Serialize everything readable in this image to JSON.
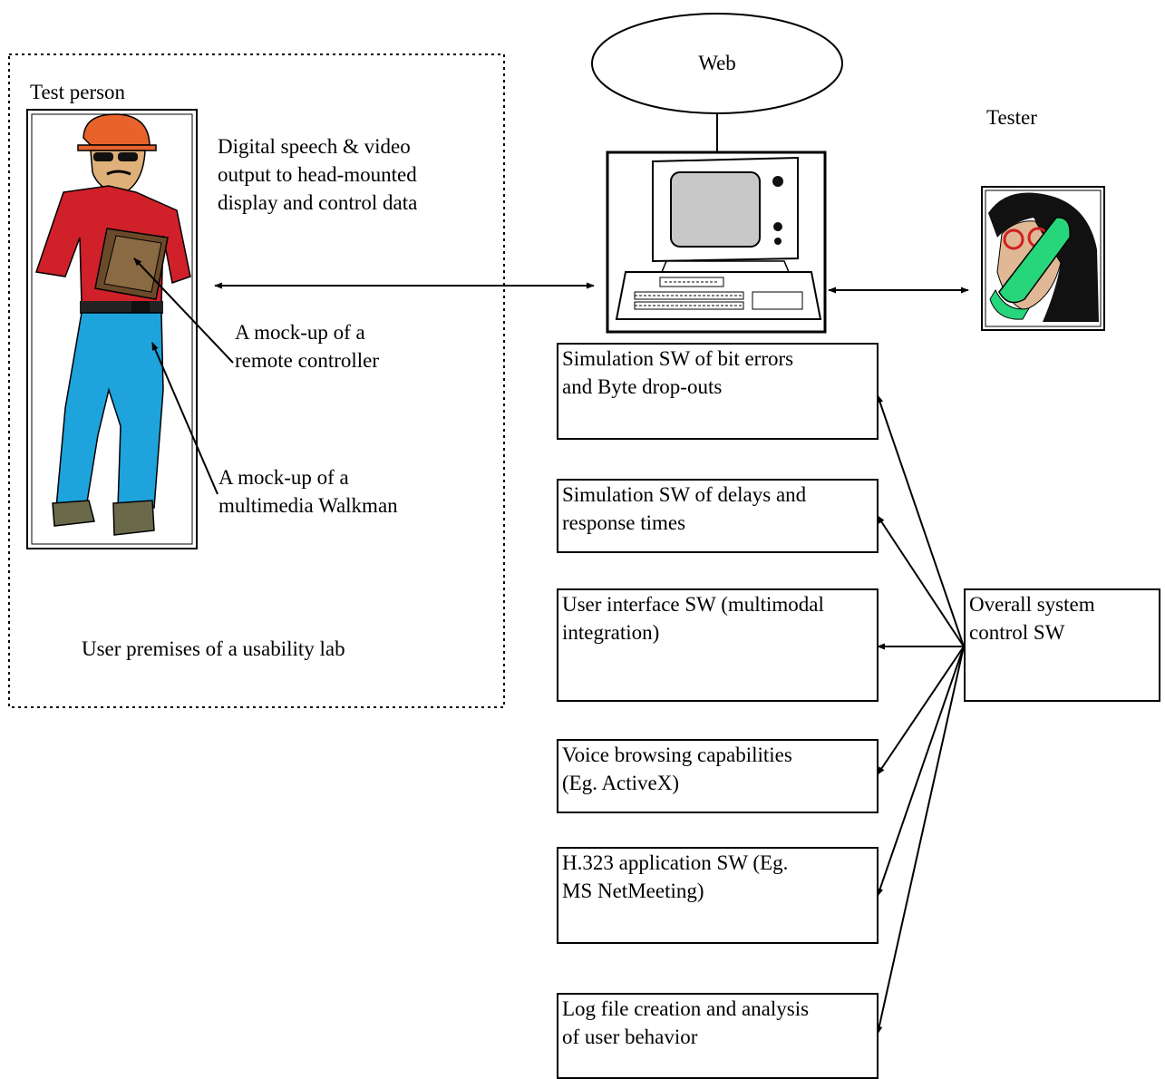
{
  "web_label": "Web",
  "tester_label": "Tester",
  "test_person_label": "Test person",
  "output_label_lines": [
    "Digital speech & video",
    "output to head-mounted",
    "display and  control data"
  ],
  "remote_label_lines": [
    "A mock-up of a",
    "remote controller"
  ],
  "walkman_label_lines": [
    "A mock-up of a",
    "multimedia Walkman"
  ],
  "lab_label": "User premises of a usability lab",
  "boxes": [
    {
      "lines": [
        "Simulation SW of bit errors",
        "and Byte drop-outs"
      ]
    },
    {
      "lines": [
        "Simulation SW of delays and",
        "response times"
      ]
    },
    {
      "lines": [
        "User interface SW (multimodal",
        "integration)"
      ]
    },
    {
      "lines": [
        "Voice browsing capabilities",
        "(Eg. ActiveX)"
      ]
    },
    {
      "lines": [
        "H.323  application SW (Eg.",
        "MS NetMeeting)"
      ]
    },
    {
      "lines": [
        "Log file creation and analysis",
        "of user behavior"
      ]
    }
  ],
  "control_box": {
    "lines": [
      "Overall system",
      "control SW"
    ]
  },
  "icons": {
    "test_person": "worker-with-clipboard-icon",
    "computer": "computer-terminal-icon",
    "tester": "person-on-phone-icon"
  },
  "colors": {
    "shirt": "#d0202a",
    "jeans": "#1ea3dc",
    "helmet": "#e8632c",
    "phone": "#27d67a"
  }
}
